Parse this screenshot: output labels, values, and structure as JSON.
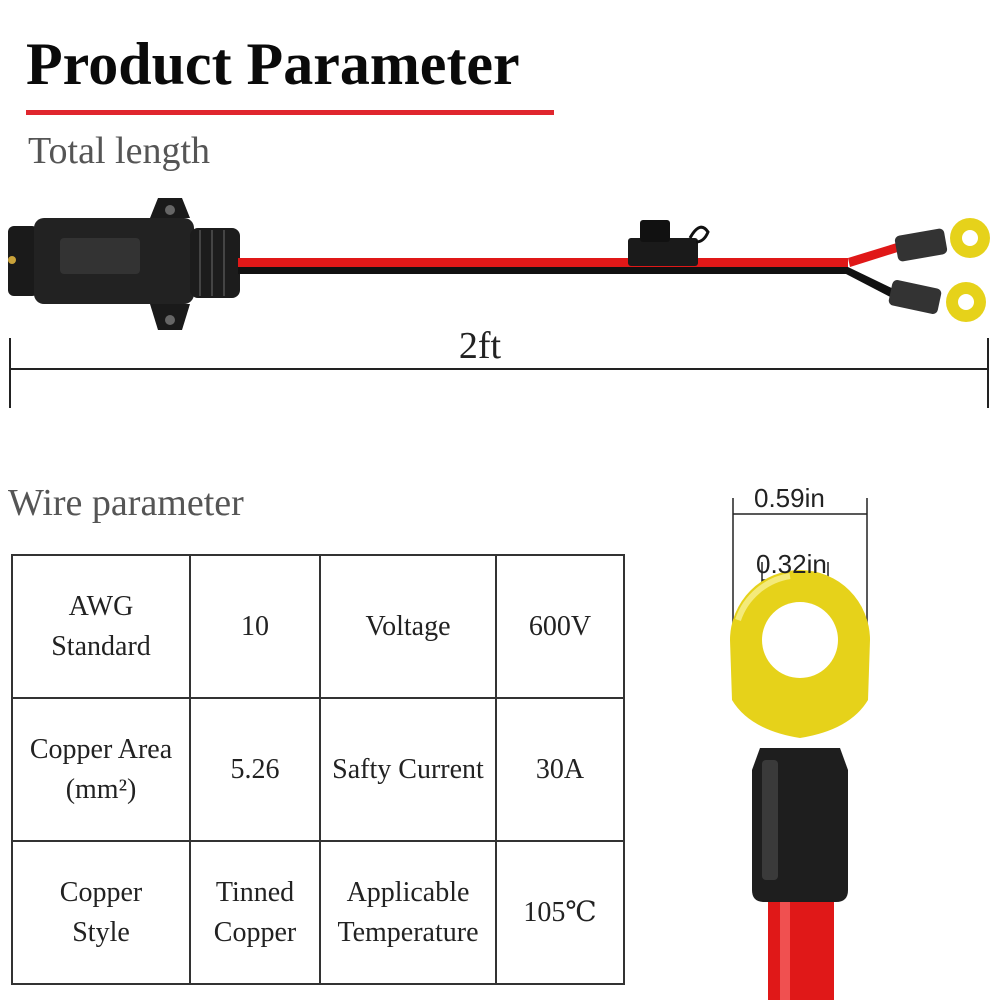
{
  "header": {
    "title": "Product Parameter",
    "accent_color": "#e0262e"
  },
  "length_section": {
    "label": "Total length",
    "length_value": "2ft"
  },
  "wire_section": {
    "label": "Wire parameter",
    "rows": [
      [
        "AWG\nStandard",
        "10",
        "Voltage",
        "600V"
      ],
      [
        "Copper Area\n(mm²)",
        "5.26",
        "Safty Current",
        "30A"
      ],
      [
        "Copper\nStyle",
        "Tinned\nCopper",
        "Applicable\nTemperature",
        "105℃"
      ]
    ]
  },
  "ring_terminal": {
    "outer_diameter": "0.59in",
    "inner_diameter": "0.32in"
  },
  "colors": {
    "wire_red": "#e01818",
    "wire_black": "#111111",
    "terminal_yellow": "#e6d21a"
  }
}
